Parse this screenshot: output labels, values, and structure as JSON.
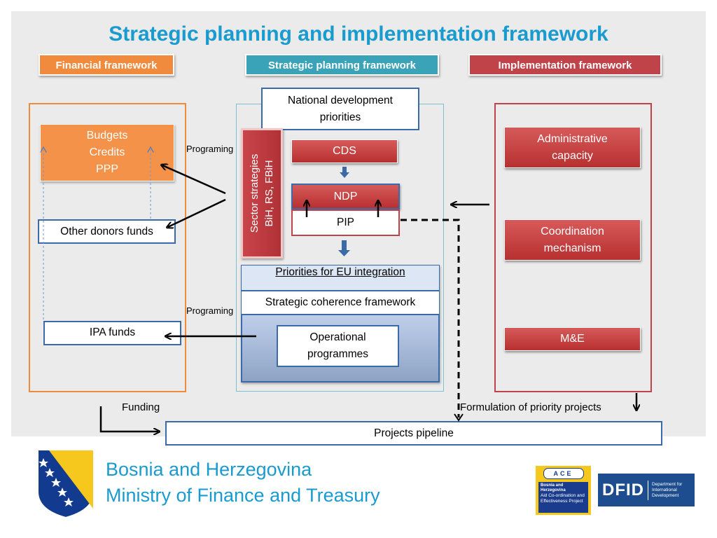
{
  "title": "Strategic planning and implementation framework",
  "headers": {
    "financial": "Financial framework",
    "strategic": "Strategic planning framework",
    "implementation": "Implementation framework"
  },
  "financial": {
    "budgets_lines": [
      "Budgets",
      "Credits",
      "PPP"
    ],
    "other_donors": "Other donors funds",
    "ipa": "IPA funds"
  },
  "strategic": {
    "national_priorities": "National development priorities",
    "sector_strategies": "Sector strategies BiH, RS, FBiH",
    "cds": "CDS",
    "ndp": "NDP",
    "pip": "PIP",
    "eu_priorities": "Priorities for EU integration",
    "coherence": "Strategic coherence framework",
    "operational": "Operational programmes"
  },
  "implementation": {
    "admin": "Administrative capacity",
    "coordination": "Coordination mechanism",
    "me": "M&E"
  },
  "labels": {
    "programing_top": "Programing",
    "programing_bottom": "Programing",
    "funding": "Funding",
    "formulation": "Formulation of priority projects",
    "pipeline": "Projects pipeline"
  },
  "footer": {
    "line1": "Bosnia and Herzegovina",
    "line2": "Ministry of Finance and Treasury",
    "ace_logo": {
      "badge": "ACE",
      "line1": "Bosnia and Herzegovina",
      "line2": "Aid Co-ordination and Effectiveness Project"
    },
    "dfid_logo": {
      "mark": "DFID",
      "text": "Department for International Development"
    }
  },
  "colors": {
    "title": "#1a9bd0",
    "financial": "#f08a3c",
    "strategic": "#3ba3b8",
    "implementation": "#c0434a",
    "blue_border": "#3a6aa8"
  }
}
